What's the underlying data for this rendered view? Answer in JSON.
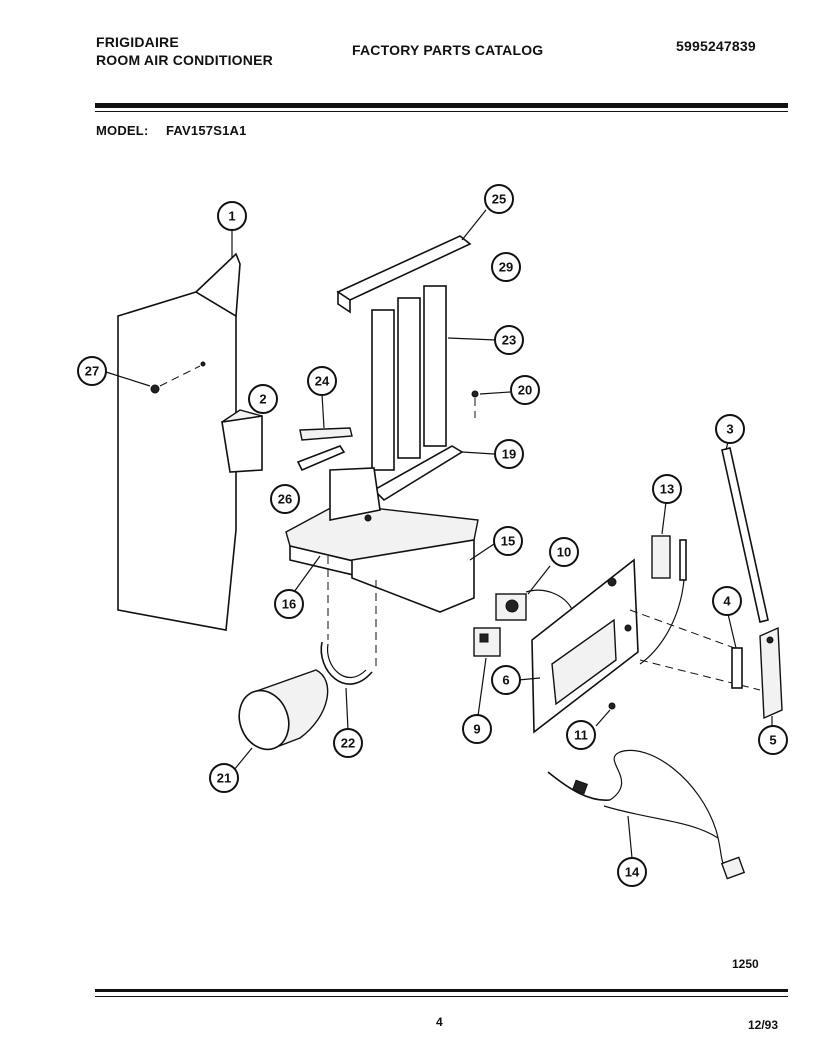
{
  "header": {
    "brand": "FRIGIDAIRE",
    "product": "ROOM AIR CONDITIONER",
    "catalog_title": "FACTORY PARTS CATALOG",
    "catalog_number": "5995247839",
    "model_label": "MODEL:",
    "model_number": "FAV157S1A1"
  },
  "callouts": [
    "1",
    "2",
    "3",
    "4",
    "5",
    "6",
    "9",
    "10",
    "11",
    "13",
    "14",
    "15",
    "16",
    "19",
    "20",
    "21",
    "22",
    "23",
    "24",
    "25",
    "26",
    "27",
    "29"
  ],
  "footer": {
    "figure_code": "1250",
    "page_number": "4",
    "date": "12/93"
  }
}
